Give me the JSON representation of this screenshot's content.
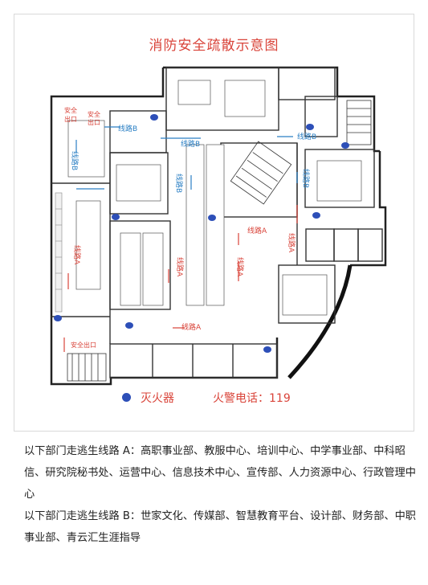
{
  "title": "消防安全疏散示意图",
  "route_a_label": "线路A",
  "route_b_label": "线路B",
  "exit_label": "安全出口",
  "exit_label_short_1": "安全",
  "exit_label_short_2": "出口",
  "legend": {
    "extinguisher": "灭火器",
    "fire_phone": "火警电话：119"
  },
  "notes": {
    "route_a": "以下部门走逃生线路 A：高职事业部、教服中心、培训中心、中学事业部、中科昭信、研究院秘书处、运营中心、信息技术中心、宣传部、人力资源中心、行政管理中心",
    "route_b": "以下部门走逃生线路 B：世家文化、传媒部、智慧教育平台、设计部、财务部、中职事业部、青云汇生涯指导"
  },
  "colors": {
    "route_a": "#d9443a",
    "route_b": "#2a7fc4",
    "extinguisher": "#2d4fb8"
  }
}
